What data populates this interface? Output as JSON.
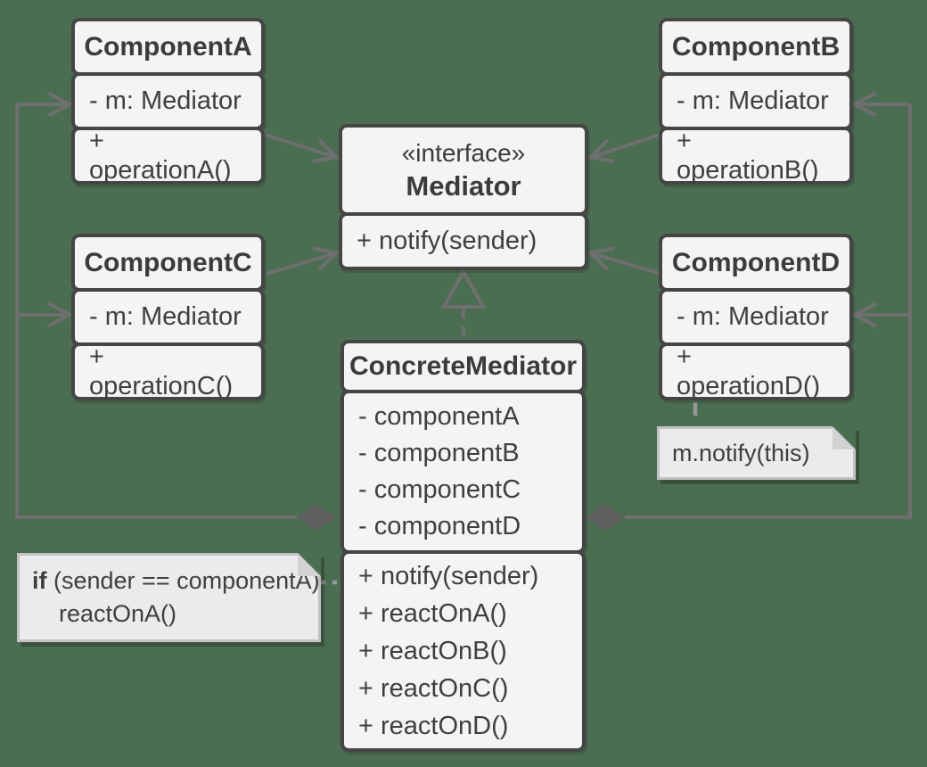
{
  "colors": {
    "background": "#4b6e52",
    "class_fill": "#f4f4f4",
    "class_border": "#454545",
    "text": "#3f3f3f",
    "connector": "#6f6f6f",
    "note_fill": "#ebebeb",
    "note_border": "#c2c2c2"
  },
  "classes": {
    "componentA": {
      "title": "ComponentA",
      "attribute": "- m: Mediator",
      "method": "+ operationA()"
    },
    "componentB": {
      "title": "ComponentB",
      "attribute": "- m: Mediator",
      "method": "+ operationB()"
    },
    "componentC": {
      "title": "ComponentC",
      "attribute": "- m: Mediator",
      "method": "+ operationC()"
    },
    "componentD": {
      "title": "ComponentD",
      "attribute": "- m: Mediator",
      "method": "+ operationD()"
    },
    "mediator": {
      "stereotype": "«interface»",
      "title": "Mediator",
      "method": "+ notify(sender)"
    },
    "concreteMediator": {
      "title": "ConcreteMediator",
      "fields": [
        "- componentA",
        "- componentB",
        "- componentC",
        "- componentD"
      ],
      "methods": [
        "+ notify(sender)",
        "+ reactOnA()",
        "+ reactOnB()",
        "+ reactOnC()",
        "+ reactOnD()"
      ]
    }
  },
  "notes": {
    "condition": {
      "keyword": "if",
      "rest": " (sender == componentA)",
      "line2": "reactOnA()"
    },
    "notify": {
      "prefix": "m.notify(",
      "keyword": "this",
      "suffix": ")"
    }
  }
}
